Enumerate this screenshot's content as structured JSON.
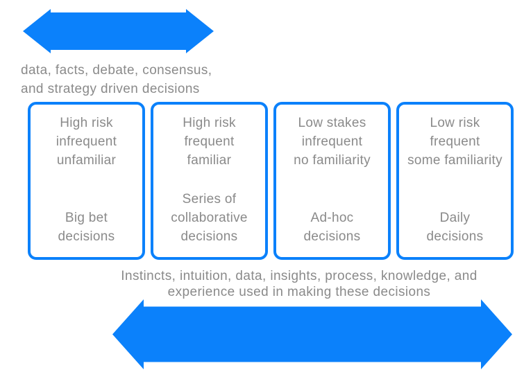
{
  "colors": {
    "blue": "#0b81fb",
    "gray": "#8a8a8a"
  },
  "top_arrow_caption": {
    "lines": [
      "data, facts, debate, consensus,",
      "and strategy driven decisions"
    ]
  },
  "quadrants": [
    {
      "characteristics": [
        "High risk",
        "infrequent",
        "unfamiliar"
      ],
      "decision_type": [
        "Big bet",
        "decisions",
        ""
      ]
    },
    {
      "characteristics": [
        "High risk",
        "frequent",
        "familiar"
      ],
      "decision_type": [
        "Series of",
        "collaborative",
        "decisions"
      ]
    },
    {
      "characteristics": [
        "Low stakes",
        "infrequent",
        "no familiarity"
      ],
      "decision_type": [
        "Ad-hoc",
        "decisions",
        ""
      ]
    },
    {
      "characteristics": [
        "Low risk",
        "frequent",
        "some familiarity"
      ],
      "decision_type": [
        "Daily",
        "decisions",
        ""
      ]
    }
  ],
  "bottom_arrow_caption": {
    "lines": [
      "Instincts, intuition, data, insights, process, knowledge, and",
      "experience used in making these decisions"
    ]
  }
}
